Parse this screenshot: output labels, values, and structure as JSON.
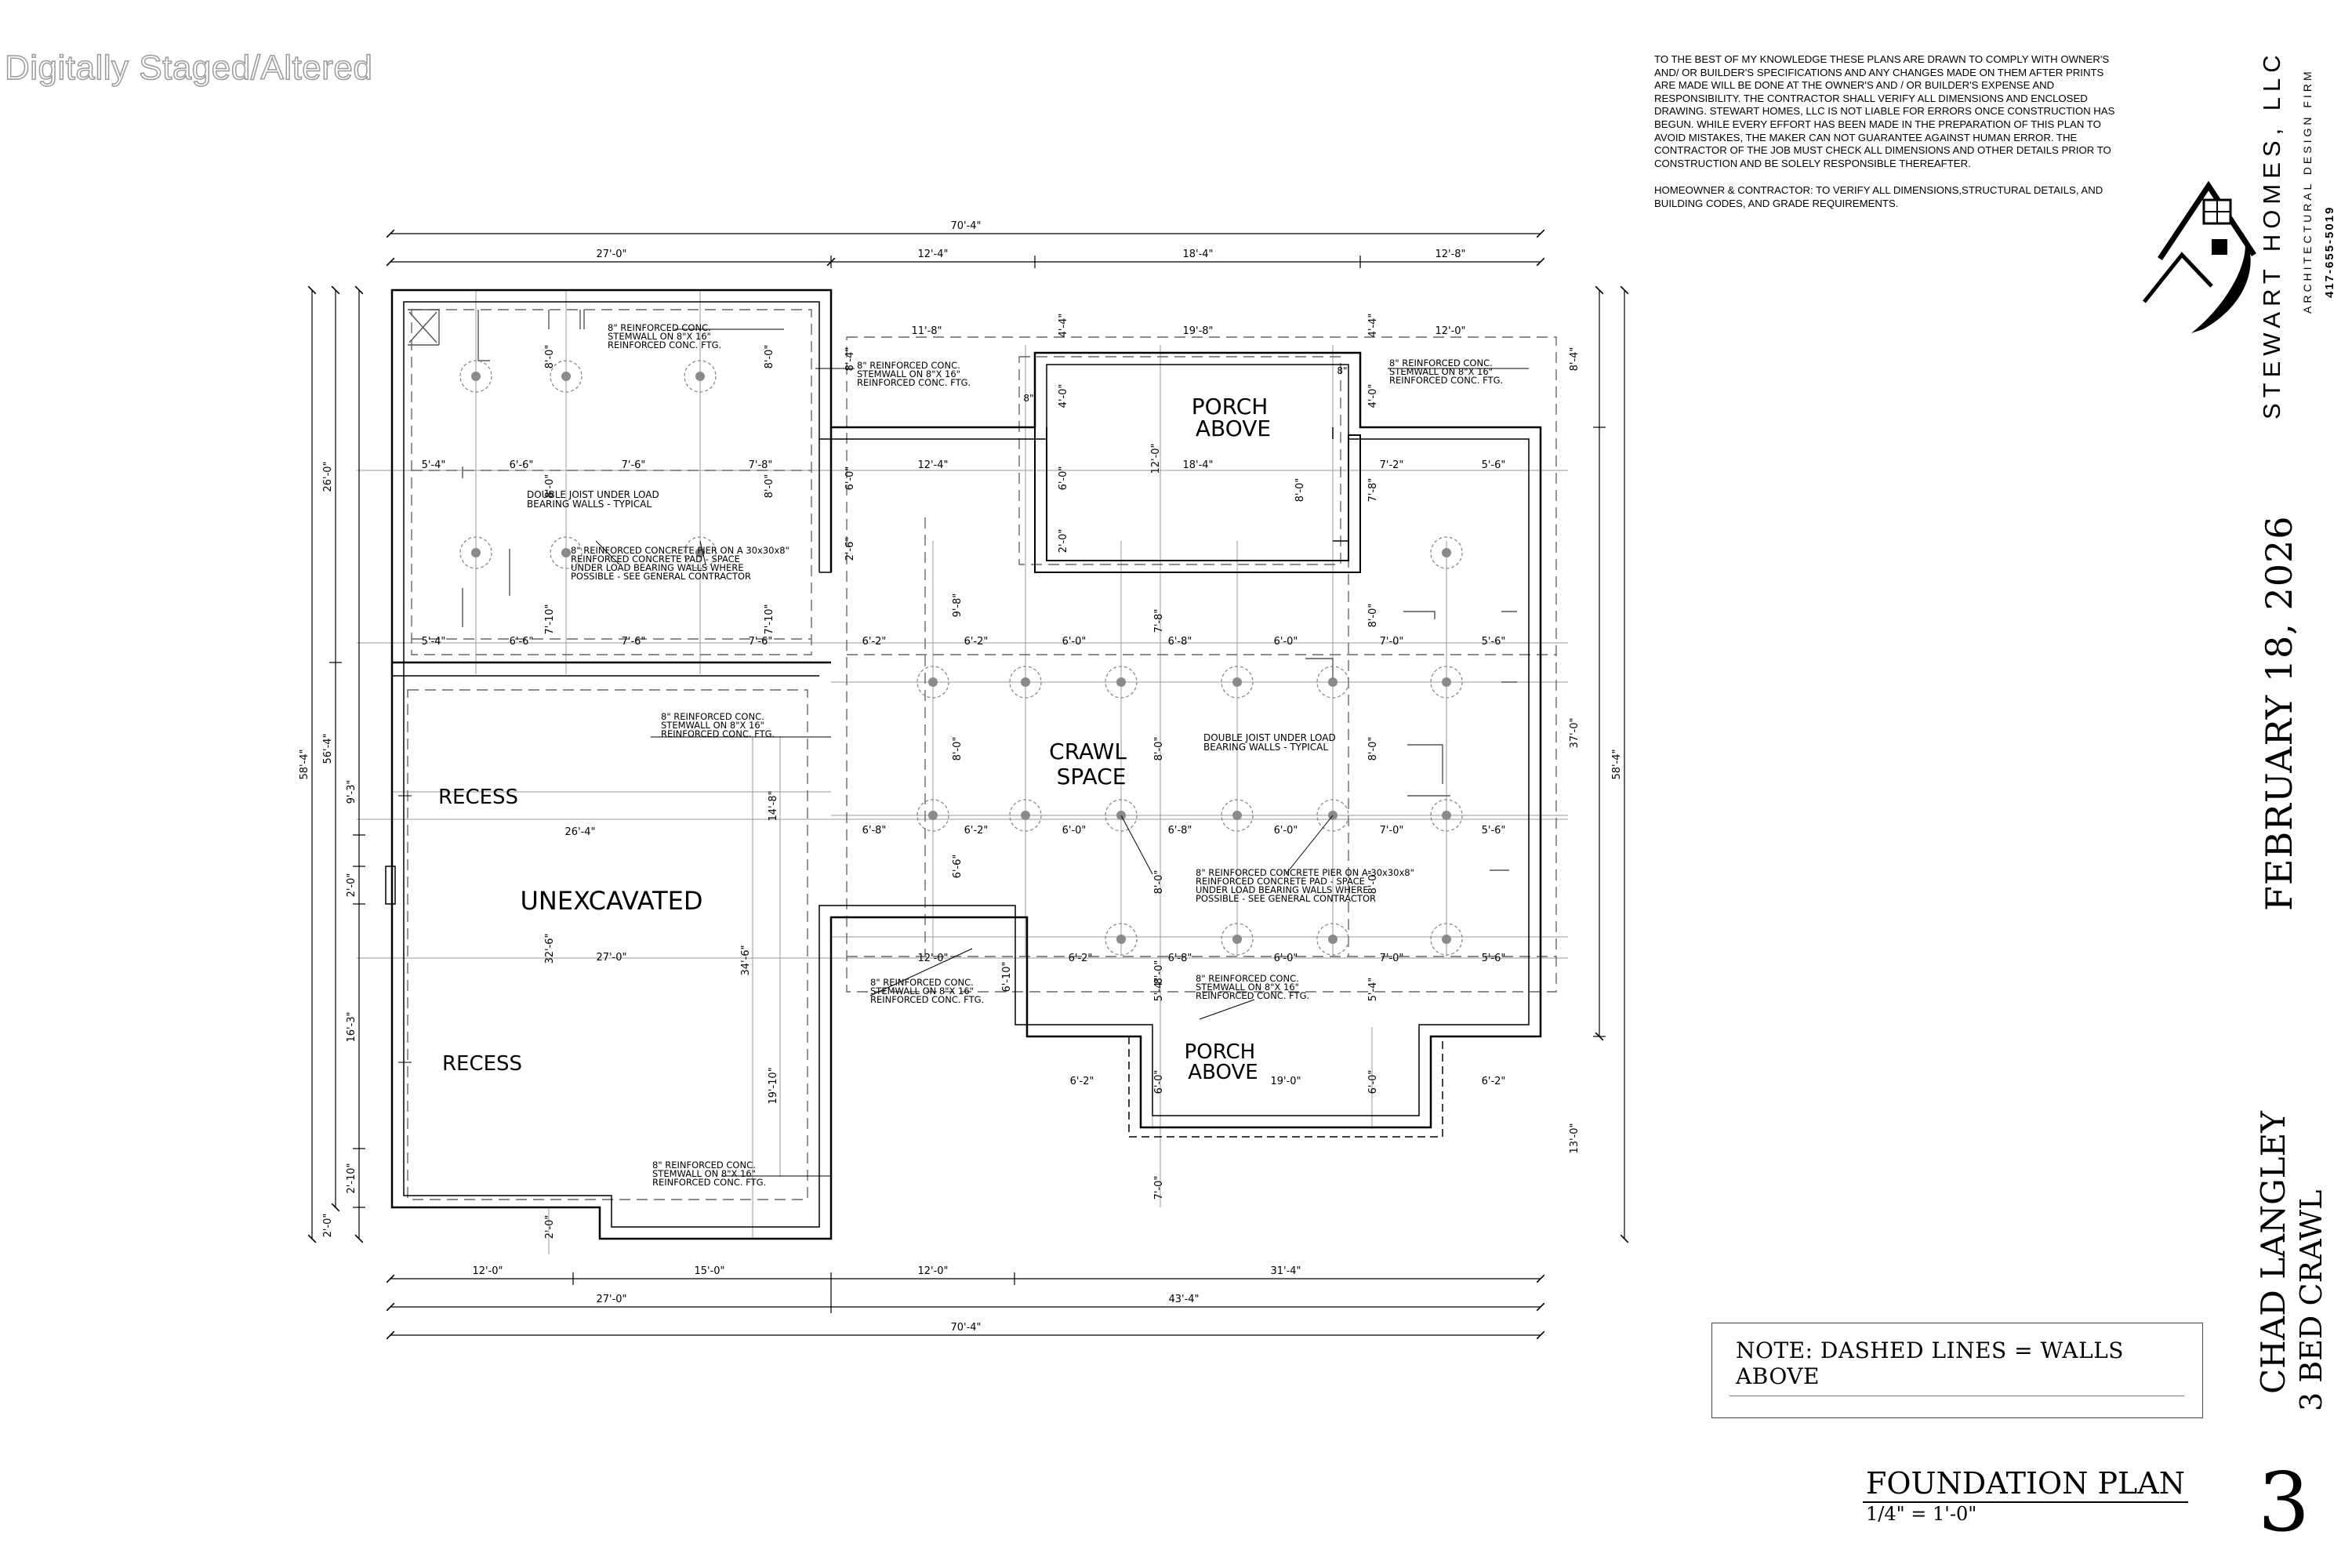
{
  "watermark": "Digitally Staged/Altered",
  "disclaimer": {
    "p1": "TO THE BEST OF MY KNOWLEDGE THESE PLANS ARE DRAWN TO COMPLY WITH OWNER'S AND/ OR BUILDER'S SPECIFICATIONS AND ANY CHANGES MADE ON THEM AFTER PRINTS ARE MADE WILL BE DONE AT THE OWNER'S AND / OR BUILDER'S EXPENSE AND RESPONSIBILITY. THE CONTRACTOR SHALL VERIFY ALL DIMENSIONS AND ENCLOSED DRAWING. STEWART HOMES, LLC IS NOT LIABLE FOR ERRORS ONCE CONSTRUCTION HAS BEGUN. WHILE EVERY EFFORT HAS BEEN MADE IN THE PREPARATION OF THIS PLAN TO AVOID MISTAKES, THE MAKER CAN NOT GUARANTEE AGAINST HUMAN ERROR. THE CONTRACTOR OF THE JOB MUST CHECK ALL DIMENSIONS AND OTHER DETAILS PRIOR TO CONSTRUCTION AND BE SOLELY RESPONSIBLE THEREAFTER.",
    "p2": "HOMEOWNER & CONTRACTOR: TO VERIFY ALL DIMENSIONS,STRUCTURAL DETAILS, AND BUILDING CODES, AND GRADE REQUIREMENTS."
  },
  "title_block": {
    "firm_name": "STEWART HOMES, LLC",
    "firm_sub": "ARCHITECTURAL DESIGN FIRM",
    "phone": "417-655-5019",
    "date": "FEBRUARY 18, 2026",
    "plan_name": "CHAD LANGLEY",
    "plan_sub": "3 BED CRAWL",
    "sheet_title": "FOUNDATION PLAN",
    "scale": "1/4\" = 1'-0\"",
    "sheet_number": "3",
    "note": "NOTE: DASHED LINES = WALLS ABOVE"
  },
  "rooms": {
    "porch_top": [
      "PORCH",
      "ABOVE"
    ],
    "crawl": [
      "CRAWL",
      "SPACE"
    ],
    "unexcavated": "UNEXCAVATED",
    "recess_1": "RECESS",
    "recess_2": "RECESS",
    "porch_bottom": [
      "PORCH",
      "ABOVE"
    ]
  },
  "notes": {
    "stemwall_a": [
      "8\" REINFORCED CONC.",
      "STEMWALL ON 8\"X 16\"",
      "REINFORCED CONC. FTG."
    ],
    "stemwall_b": [
      "8\" REINFORCED CONC.",
      "STEMWALL ON 8\"X 16\"",
      "REINFORCED CONC. FTG."
    ],
    "stemwall_c": [
      "8\" REINFORCED CONC.",
      "STEMWALL ON 8\"X 16\"",
      "REINFORCED CONC. FTG."
    ],
    "stemwall_d": [
      "8\" REINFORCED CONC.",
      "STEMWALL ON 8\"X 16\"",
      "REINFORCED CONC. FTG."
    ],
    "stemwall_e": [
      "8\" REINFORCED CONC.",
      "STEMWALL ON 8\"X 16\"",
      "REINFORCED CONC. FTG."
    ],
    "stemwall_f": [
      "8\" REINFORCED CONC.",
      "STEMWALL ON 8\"X 16\"",
      "REINFORCED CONC. FTG."
    ],
    "stemwall_g": [
      "8\" REINFORCED CONC.",
      "STEMWALL ON 8\"X 16\"",
      "REINFORCED CONC. FTG."
    ],
    "joist_1": [
      "DOUBLE JOIST UNDER LOAD",
      "BEARING WALLS - TYPICAL"
    ],
    "joist_2": [
      "DOUBLE JOIST UNDER LOAD",
      "BEARING WALLS - TYPICAL"
    ],
    "pier_1": [
      "8\" REINFORCED CONCRETE PIER ON A 30x30x8\"",
      "REINFORCED CONCRETE PAD - SPACE",
      "UNDER LOAD BEARING WALLS WHERE",
      "POSSIBLE - SEE GENERAL CONTRACTOR"
    ],
    "pier_2": [
      "8\" REINFORCED CONCRETE PIER ON A 30x30x8\"",
      "REINFORCED CONCRETE PAD - SPACE",
      "UNDER LOAD BEARING WALLS WHERE",
      "POSSIBLE - SEE GENERAL CONTRACTOR"
    ]
  },
  "dims": {
    "top": [
      "70'-4\"",
      "27'-0\"",
      "12'-4\"",
      "18'-4\"",
      "12'-8\""
    ],
    "bottom": [
      "12'-0\"",
      "15'-0\"",
      "12'-0\"",
      "31'-4\"",
      "27'-0\"",
      "43'-4\"",
      "70'-4\""
    ],
    "left_outer": [
      "58'-4\"",
      "26'-0\"",
      "56'-4\"",
      "9'-3\"",
      "2'-0\"",
      "16'-3\"",
      "2'-10\"",
      "2'-0\""
    ],
    "right_outer": [
      "8'-4\"",
      "37'-0\"",
      "58'-4\"",
      "13'-0\""
    ],
    "row_5_4": [
      "5'-4\"",
      "6'-6\"",
      "7'-6\"",
      "7'-8\"",
      "12'-4\"",
      "18'-4\"",
      "7'-2\"",
      "5'-6\""
    ],
    "row_top_inner": [
      "11'-8\"",
      "19'-8\"",
      "12'-0\""
    ],
    "row_mid": [
      "5'-4\"",
      "6'-6\"",
      "7'-6\"",
      "7'-6\"",
      "6'-2\"",
      "6'-2\"",
      "6'-0\"",
      "6'-8\"",
      "6'-0\"",
      "7'-0\"",
      "5'-6\""
    ],
    "row_crawl": [
      "6'-8\"",
      "6'-2\"",
      "6'-0\"",
      "6'-8\"",
      "6'-0\"",
      "7'-0\"",
      "5'-6\""
    ],
    "row_low": [
      "12'-0\"",
      "6'-2\"",
      "6'-8\"",
      "6'-0\"",
      "7'-0\"",
      "5'-6\""
    ],
    "row_porch": [
      "6'-2\"",
      "19'-0\"",
      "6'-2\""
    ],
    "unex": [
      "26'-4\"",
      "27'-0\""
    ],
    "vert_inner": [
      "8'-0\"",
      "8'-0\"",
      "8'-4\"",
      "4'-4\"",
      "4'-4\"",
      "4'-0\"",
      "4'-0\"",
      "6'-0\"",
      "6'-0\"",
      "8'-0\"",
      "8'-0\"",
      "12'-0\"",
      "7'-8\"",
      "2'-6\"",
      "2'-0\"",
      "8'-0\"",
      "8'-0\"",
      "7'-10\"",
      "7'-10\"",
      "9'-8\"",
      "7'-8\"",
      "8'-0\"",
      "8'-0\"",
      "8'-0\"",
      "8'-0\"",
      "14'-8\"",
      "32'-6\"",
      "34'-6\"",
      "19'-10\"",
      "6'-6\"",
      "8'-0\"",
      "8'-0\"",
      "6'-10\"",
      "5'-4\"",
      "5'-4\"",
      "6'-0\"",
      "6'-0\"",
      "7'-0\"",
      "2'-0\"",
      "8\"",
      "8\""
    ]
  }
}
